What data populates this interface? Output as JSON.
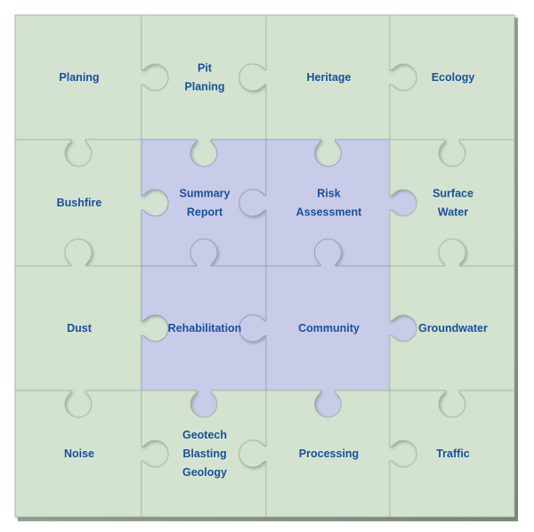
{
  "colors": {
    "outer_piece": "#d3e3d0",
    "center_piece": "#c9cce8",
    "outer_piece_edge": "#a9bda6",
    "center_piece_edge": "#9da2c8",
    "label_text": "#1a4f9c",
    "board_shadow": "#8f9a8c"
  },
  "pieces": [
    {
      "id": "planing",
      "lines": [
        "Planing"
      ],
      "highlight": false
    },
    {
      "id": "pit-planing",
      "lines": [
        "Pit",
        "Planing"
      ],
      "highlight": false
    },
    {
      "id": "heritage",
      "lines": [
        "Heritage"
      ],
      "highlight": false
    },
    {
      "id": "ecology",
      "lines": [
        "Ecology"
      ],
      "highlight": false
    },
    {
      "id": "bushfire",
      "lines": [
        "Bushfire"
      ],
      "highlight": false
    },
    {
      "id": "summary-report",
      "lines": [
        "Summary",
        "Report"
      ],
      "highlight": true
    },
    {
      "id": "risk-assessment",
      "lines": [
        "Risk",
        "Assessment"
      ],
      "highlight": true
    },
    {
      "id": "surface-water",
      "lines": [
        "Surface",
        "Water"
      ],
      "highlight": false
    },
    {
      "id": "dust",
      "lines": [
        "Dust"
      ],
      "highlight": false
    },
    {
      "id": "rehabilitation",
      "lines": [
        "Rehabilitation"
      ],
      "highlight": true
    },
    {
      "id": "community",
      "lines": [
        "Community"
      ],
      "highlight": true
    },
    {
      "id": "groundwater",
      "lines": [
        "Groundwater"
      ],
      "highlight": false
    },
    {
      "id": "noise",
      "lines": [
        "Noise"
      ],
      "highlight": false
    },
    {
      "id": "geotech-blasting-geology",
      "lines": [
        "Geotech",
        "Blasting",
        "Geology"
      ],
      "highlight": false
    },
    {
      "id": "processing",
      "lines": [
        "Processing"
      ],
      "highlight": false
    },
    {
      "id": "traffic",
      "lines": [
        "Traffic"
      ],
      "highlight": false
    }
  ]
}
